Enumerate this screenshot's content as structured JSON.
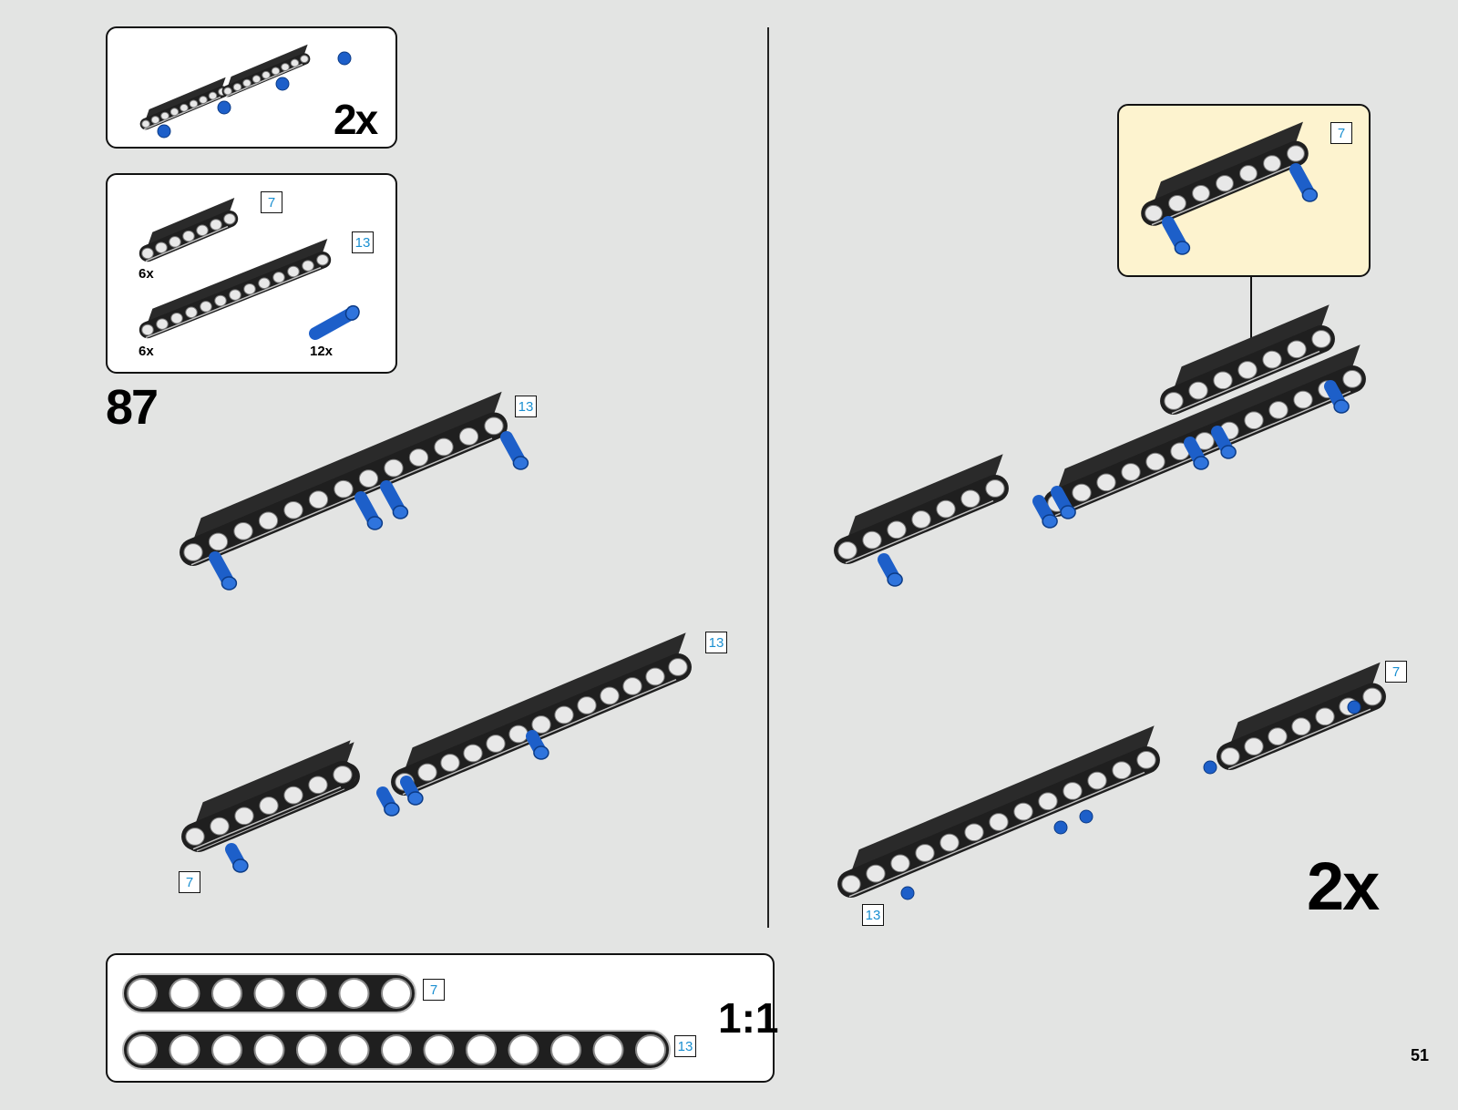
{
  "page": {
    "number": "51",
    "step_number": "87"
  },
  "subassembly": {
    "multiplier": "2x"
  },
  "parts_list": {
    "parts": [
      {
        "name": "beam-7",
        "length": "7",
        "quantity": "6x"
      },
      {
        "name": "beam-13",
        "length": "13",
        "quantity": "6x"
      },
      {
        "name": "axle-pin-blue",
        "quantity": "12x"
      }
    ]
  },
  "step_callouts": {
    "a_top": "13",
    "b_top": "13",
    "b_bottom": "7",
    "callout_box": "7",
    "final_right": "7",
    "final_bottom": "13"
  },
  "final_multiplier": "2x",
  "scale_reference": {
    "ratio": "1:1",
    "beams": [
      {
        "length": "7"
      },
      {
        "length": "13"
      }
    ]
  },
  "colors": {
    "beam": "#1f1f1f",
    "pin": "#1d5fc9",
    "tag_text": "#1a8fd1",
    "callout_bg": "#fdf3cf",
    "background": "#e3e4e3"
  }
}
